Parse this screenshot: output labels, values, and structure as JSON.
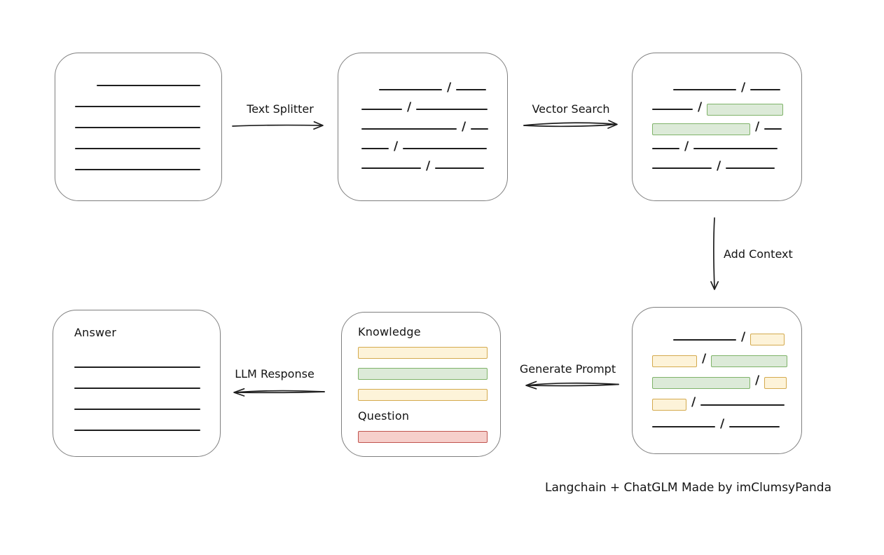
{
  "caption": "Langchain + ChatGLM Made by imClumsyPanda",
  "slash_char": "/",
  "colors": {
    "line": "#1f1f1f",
    "box_border": "#7f7f7f",
    "green_fill": "#dcead8",
    "green_border": "#7fb369",
    "yellow_fill": "#fdf3d9",
    "yellow_border": "#d4aa4e",
    "red_fill": "#f6cfcb",
    "red_border": "#c0544e"
  },
  "arrows": [
    {
      "id": "text-splitter",
      "label": "Text Splitter",
      "direction": "right"
    },
    {
      "id": "vector-search",
      "label": "Vector Search",
      "direction": "right"
    },
    {
      "id": "add-context",
      "label": "Add Context",
      "direction": "down"
    },
    {
      "id": "generate-prompt",
      "label": "Generate Prompt",
      "direction": "left"
    },
    {
      "id": "llm-response",
      "label": "LLM Response",
      "direction": "left"
    }
  ],
  "boxes": {
    "document": {
      "rows": [
        [
          {
            "t": "line",
            "w": 148,
            "ml": 31
          }
        ],
        [
          {
            "t": "line",
            "w": 179
          }
        ],
        [
          {
            "t": "line",
            "w": 179
          }
        ],
        [
          {
            "t": "line",
            "w": 179
          }
        ],
        [
          {
            "t": "line",
            "w": 179
          }
        ]
      ]
    },
    "split": {
      "rows": [
        [
          {
            "t": "line",
            "w": 90,
            "ml": 25
          },
          {
            "t": "slash"
          },
          {
            "t": "line",
            "w": 43
          }
        ],
        [
          {
            "t": "line",
            "w": 58
          },
          {
            "t": "slash"
          },
          {
            "t": "line",
            "w": 102
          }
        ],
        [
          {
            "t": "line",
            "w": 136
          },
          {
            "t": "slash"
          },
          {
            "t": "line",
            "w": 25
          }
        ],
        [
          {
            "t": "line",
            "w": 39
          },
          {
            "t": "slash"
          },
          {
            "t": "line",
            "w": 120
          }
        ],
        [
          {
            "t": "line",
            "w": 85
          },
          {
            "t": "slash"
          },
          {
            "t": "line",
            "w": 70
          }
        ]
      ]
    },
    "matched": {
      "rows": [
        [
          {
            "t": "line",
            "w": 90,
            "ml": 30
          },
          {
            "t": "slash"
          },
          {
            "t": "line",
            "w": 43
          }
        ],
        [
          {
            "t": "line",
            "w": 58
          },
          {
            "t": "slash"
          },
          {
            "t": "green",
            "w": 107
          }
        ],
        [
          {
            "t": "green",
            "w": 138
          },
          {
            "t": "slash"
          },
          {
            "t": "line",
            "w": 25
          }
        ],
        [
          {
            "t": "line",
            "w": 39
          },
          {
            "t": "slash"
          },
          {
            "t": "line",
            "w": 120
          }
        ],
        [
          {
            "t": "line",
            "w": 85
          },
          {
            "t": "slash"
          },
          {
            "t": "line",
            "w": 70
          }
        ]
      ]
    },
    "context": {
      "rows": [
        [
          {
            "t": "line",
            "w": 90,
            "ml": 30
          },
          {
            "t": "slash"
          },
          {
            "t": "yellow",
            "w": 47
          }
        ],
        [
          {
            "t": "yellow",
            "w": 62
          },
          {
            "t": "slash"
          },
          {
            "t": "green",
            "w": 107
          }
        ],
        [
          {
            "t": "green",
            "w": 138
          },
          {
            "t": "slash"
          },
          {
            "t": "yellow",
            "w": 30
          }
        ],
        [
          {
            "t": "yellow",
            "w": 47
          },
          {
            "t": "slash"
          },
          {
            "t": "line",
            "w": 120
          }
        ],
        [
          {
            "t": "line",
            "w": 90
          },
          {
            "t": "slash"
          },
          {
            "t": "line",
            "w": 72
          }
        ]
      ]
    },
    "prompt": {
      "rows": [
        [
          {
            "t": "label",
            "text": "Knowledge"
          }
        ],
        [
          {
            "t": "yellow",
            "w": 183
          }
        ],
        [
          {
            "t": "green",
            "w": 183
          }
        ],
        [
          {
            "t": "yellow",
            "w": 183
          }
        ],
        [
          {
            "t": "label",
            "text": "Question"
          }
        ],
        [
          {
            "t": "red",
            "w": 183
          }
        ]
      ]
    },
    "answer": {
      "rows": [
        [
          {
            "t": "label",
            "text": "Answer"
          }
        ],
        [
          {
            "t": "line",
            "w": 180
          }
        ],
        [
          {
            "t": "line",
            "w": 180
          }
        ],
        [
          {
            "t": "line",
            "w": 180
          }
        ],
        [
          {
            "t": "line",
            "w": 180
          }
        ]
      ]
    }
  }
}
